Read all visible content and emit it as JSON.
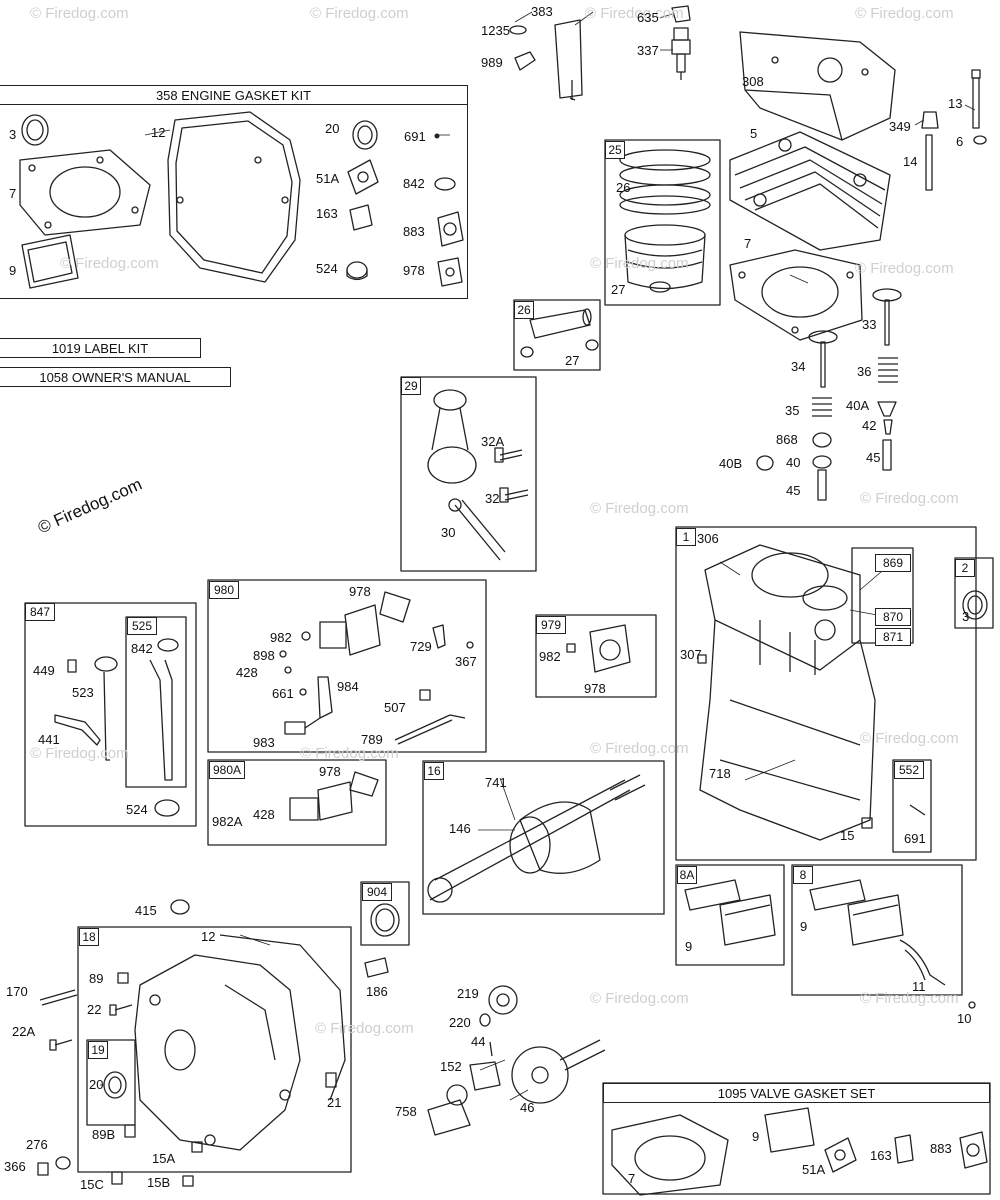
{
  "kit_titles": {
    "engine_gasket_kit": "358 ENGINE GASKET KIT",
    "label_kit": "1019 LABEL KIT",
    "owners_manual": "1058 OWNER'S MANUAL",
    "valve_gasket_set": "1095 VALVE GASKET SET"
  },
  "watermark": "© Firedog.com",
  "group_tags": {
    "g25": "25",
    "g26": "26",
    "g29": "29",
    "g847": "847",
    "g525": "525",
    "g980": "980",
    "g979": "979",
    "g980A": "980A",
    "g1": "1",
    "g2": "2",
    "g16": "16",
    "g552": "552",
    "g904": "904",
    "g18": "18",
    "g19": "19",
    "g8A": "8A",
    "g8": "8",
    "g869": "869"
  },
  "callouts": {
    "c1235": "1235",
    "c383": "383",
    "c989": "989",
    "c635": "635",
    "c337": "337",
    "c308": "308",
    "c13": "13",
    "c349": "349",
    "c6": "6",
    "c14": "14",
    "c5": "5",
    "k3": "3",
    "k12": "12",
    "k20": "20",
    "k691": "691",
    "k7": "7",
    "k51A": "51A",
    "k842": "842",
    "k163": "163",
    "k883": "883",
    "k9": "9",
    "k524": "524",
    "k978": "978",
    "c26": "26",
    "c27a": "27",
    "c7b": "7",
    "c33": "33",
    "c27b": "27",
    "c34": "34",
    "c36": "36",
    "c35": "35",
    "c40A": "40A",
    "c42": "42",
    "c868": "868",
    "c40B": "40B",
    "c40": "40",
    "c45a": "45",
    "c45b": "45",
    "c32A": "32A",
    "c32": "32",
    "c30": "30",
    "c306": "306",
    "c870": "870",
    "c871": "871",
    "c3b": "3",
    "c307": "307",
    "c718": "718",
    "c15": "15",
    "c691b": "691",
    "p449": "449",
    "p842": "842",
    "p523": "523",
    "p441": "441",
    "p524": "524",
    "e978": "978",
    "e982": "982",
    "e898": "898",
    "e428": "428",
    "e729": "729",
    "e367": "367",
    "e661": "661",
    "e984": "984",
    "e507": "507",
    "e983": "983",
    "e789": "789",
    "f982": "982",
    "f978": "978",
    "a978": "978",
    "a982A": "982A",
    "a428": "428",
    "s741": "741",
    "s146": "146",
    "v9a": "9",
    "v9b": "9",
    "v11": "11",
    "v10": "10",
    "b415": "415",
    "b12": "12",
    "b170": "170",
    "b89": "89",
    "b22": "22",
    "b22A": "22A",
    "b186": "186",
    "b20": "20",
    "b21": "21",
    "b89B": "89B",
    "b276": "276",
    "b366": "366",
    "b15A": "15A",
    "b15C": "15C",
    "b15B": "15B",
    "m219": "219",
    "m220": "220",
    "m44": "44",
    "m152": "152",
    "m758": "758",
    "m46": "46",
    "g7": "7",
    "g9": "9",
    "g51A": "51A",
    "g163": "163",
    "g883": "883"
  }
}
